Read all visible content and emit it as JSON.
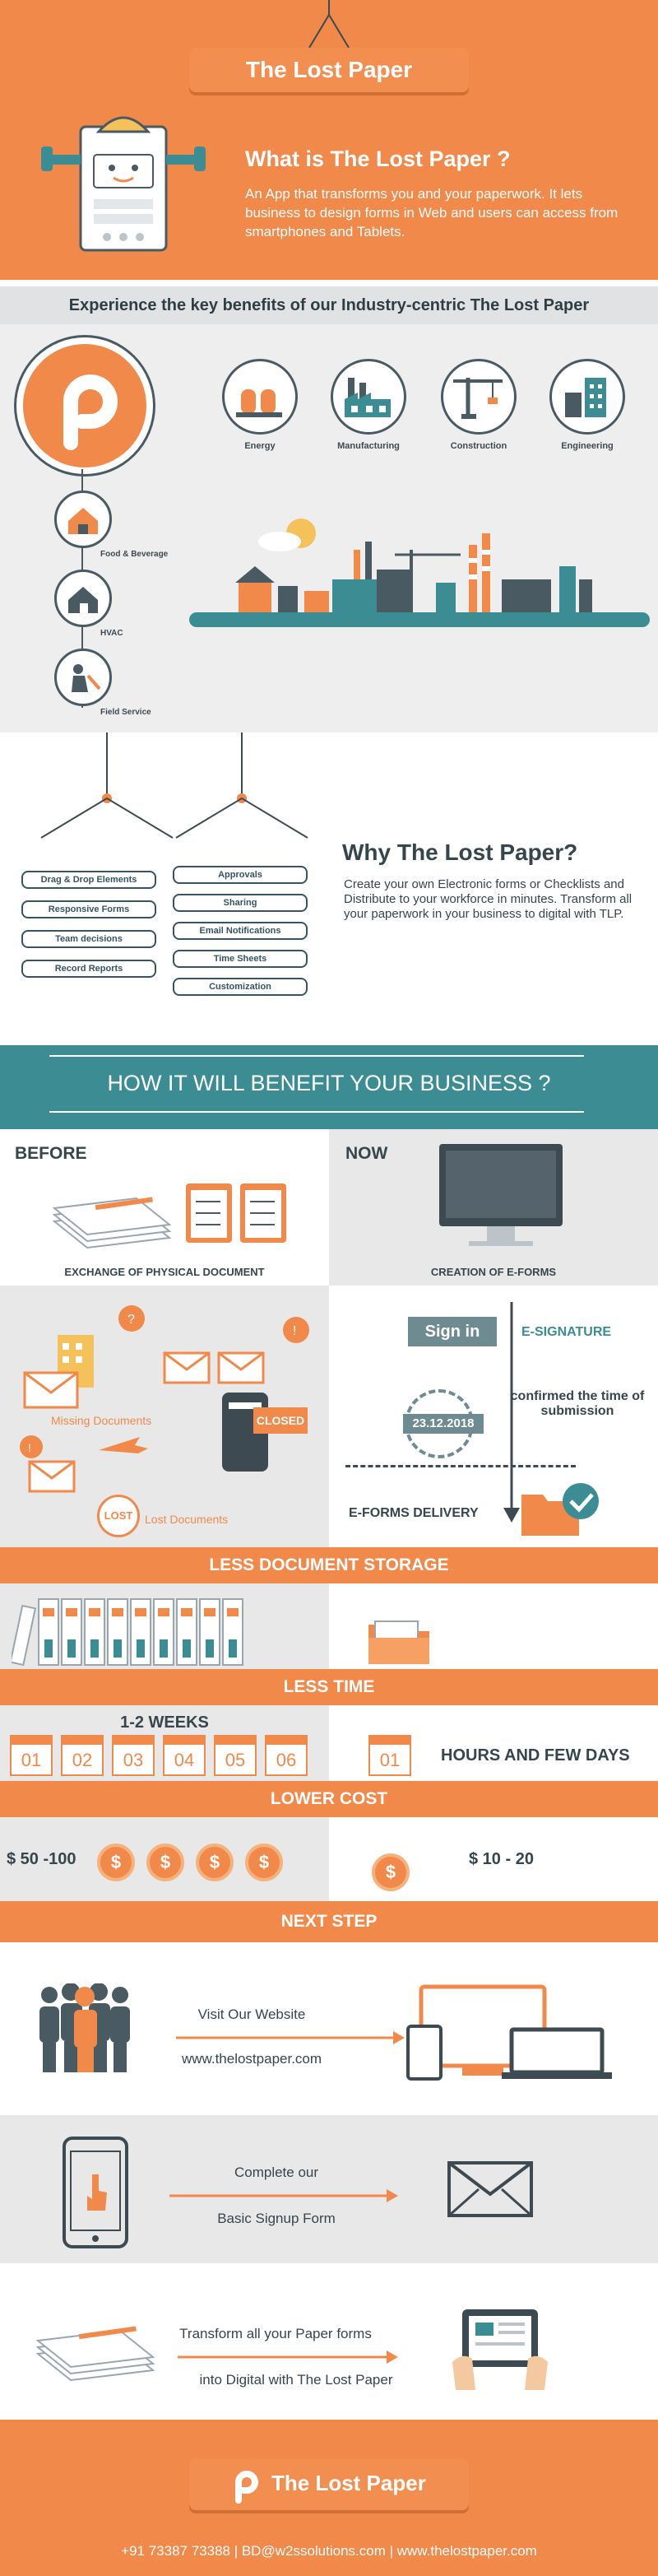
{
  "header": {
    "title": "The Lost Paper",
    "what_title": "What is The Lost Paper ?",
    "what_desc": "An App that transforms you and your paperwork. It lets business to design forms in Web and users can access from smartphones and Tablets."
  },
  "benefits": {
    "title": "Experience the key benefits of our Industry-centric The Lost Paper",
    "industries": [
      {
        "label": "Energy",
        "icon": "energy-icon"
      },
      {
        "label": "Manufacturing",
        "icon": "factory-icon"
      },
      {
        "label": "Construction",
        "icon": "crane-icon"
      },
      {
        "label": "Engineering",
        "icon": "buildings-icon"
      }
    ],
    "side_industries": [
      {
        "label": "Food & Beverage",
        "icon": "house-icon"
      },
      {
        "label": "HVAC",
        "icon": "hvac-icon"
      },
      {
        "label": "Field Service",
        "icon": "field-service-icon"
      }
    ]
  },
  "why": {
    "title": "Why The Lost Paper?",
    "desc": "Create your own Electronic forms or Checklists and Distribute to your workforce in minutes. Transform all your paperwork in your business to digital with TLP.",
    "left_features": [
      "Drag & Drop Elements",
      "Responsive Forms",
      "Team decisions",
      "Record Reports"
    ],
    "right_features": [
      "Approvals",
      "Sharing",
      "Email Notifications",
      "Time Sheets",
      "Customization"
    ]
  },
  "benefit_banner": "HOW IT WILL BENEFIT YOUR BUSINESS ?",
  "before_now": {
    "before_label": "BEFORE",
    "now_label": "NOW",
    "before_caption": "EXCHANGE OF PHYSICAL DOCUMENT",
    "now_caption": "CREATION OF E-FORMS",
    "missing_docs": "Missing Documents",
    "lost_docs": "Lost Documents",
    "lost_badge": "LOST",
    "closed_badge": "CLOSED",
    "sign_in": "Sign in",
    "e_signature": "E-SIGNATURE",
    "confirmed": "confirmed the time of submission",
    "stamp_date": "23.12.2018",
    "delivery": "E-FORMS DELIVERY"
  },
  "storage": {
    "title": "LESS DOCUMENT STORAGE"
  },
  "time": {
    "title": "LESS TIME",
    "weeks": "1-2  WEEKS",
    "days": [
      "01",
      "02",
      "03",
      "04",
      "05",
      "06"
    ],
    "now_day": "01",
    "now_text": "HOURS AND FEW DAYS"
  },
  "cost": {
    "title": "LOWER COST",
    "before": "$ 50 -100",
    "now": "$ 10 - 20",
    "coin_symbol": "$"
  },
  "next": {
    "title": "NEXT STEP",
    "step1_line1": "Visit Our Website",
    "step1_line2": "www.thelostpaper.com",
    "step2_line1": "Complete our",
    "step2_line2": "Basic Signup Form",
    "step3_line1": "Transform all your Paper forms",
    "step3_line2": "into Digital with The Lost Paper"
  },
  "footer": {
    "brand": "The Lost Paper",
    "contact": "+91 73387 73388 | BD@w2ssolutions.com | www.thelostpaper.com"
  },
  "colors": {
    "accent": "#f0894a",
    "teal": "#3c8d93",
    "dark": "#3d4a52",
    "light_gray": "#ececec"
  }
}
